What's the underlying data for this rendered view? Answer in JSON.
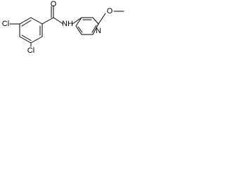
{
  "structure": {
    "atoms": {
      "cl_left": "Cl",
      "cl_bottom": "Cl",
      "oxygen_carbonyl": "O",
      "amide_n": "N",
      "amide_h": "H",
      "pyridine_n": "N",
      "methoxy_o": "O"
    }
  }
}
